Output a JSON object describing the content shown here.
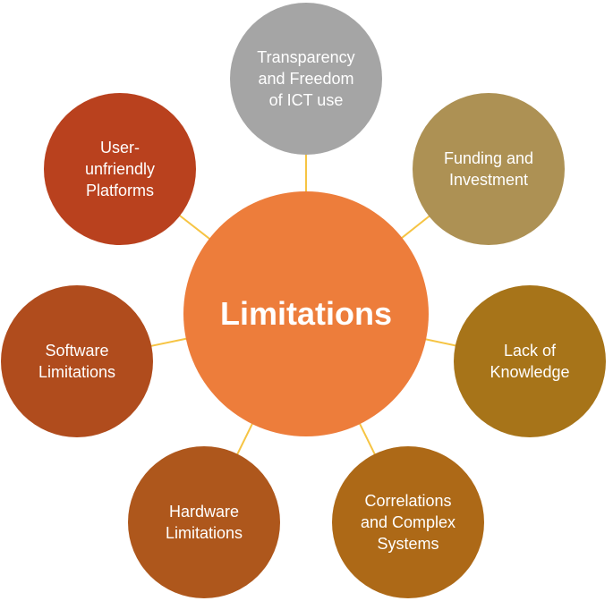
{
  "diagram": {
    "center": {
      "label": "Limitations",
      "color": "#ed7d3b"
    },
    "connector_color": "#f6c443",
    "nodes": [
      {
        "id": "transparency",
        "label": "Transparency\nand Freedom\nof ICT use",
        "color": "#a5a5a5"
      },
      {
        "id": "funding",
        "label": "Funding and\nInvestment",
        "color": "#ad9154"
      },
      {
        "id": "lack-of-knowledge",
        "label": "Lack of\nKnowledge",
        "color": "#a77419"
      },
      {
        "id": "correlations",
        "label": "Correlations\nand Complex\nSystems",
        "color": "#ad6917"
      },
      {
        "id": "hardware",
        "label": "Hardware\nLimitations",
        "color": "#ae571c"
      },
      {
        "id": "software",
        "label": "Software\nLimitations",
        "color": "#b04c1d"
      },
      {
        "id": "user-unfriendly",
        "label": "User-\nunfriendly\nPlatforms",
        "color": "#b9411e"
      }
    ]
  }
}
